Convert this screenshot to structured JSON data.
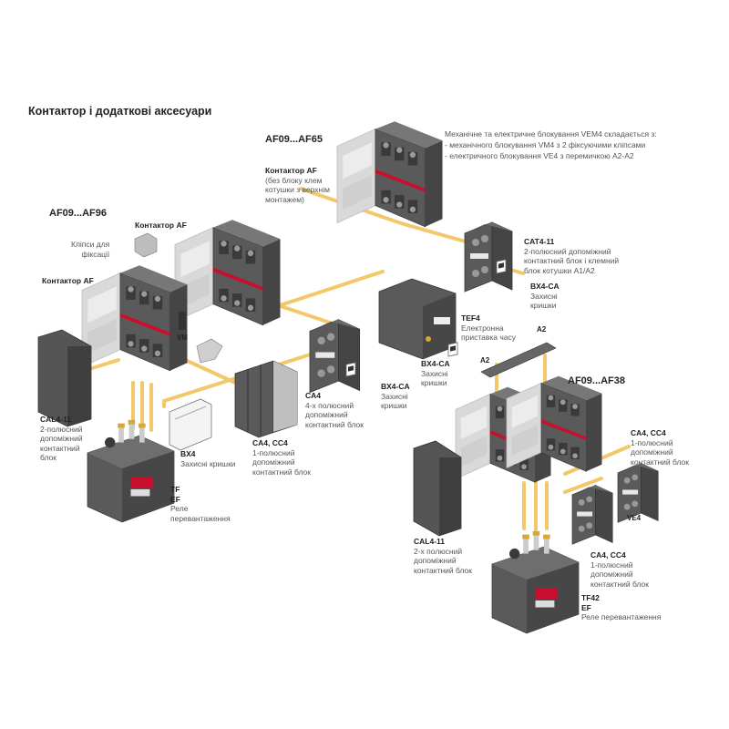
{
  "title": "Контактор і додаткові аксесуари",
  "series": {
    "af65": "AF09...AF65",
    "af96": "AF09...AF96",
    "af38": "AF09...AF38"
  },
  "note": {
    "line1": "Механічне та електричне блокування VEM4 складається з:",
    "line2": "- механічного блокування VM4 з 2 фіксуючими кліпсами",
    "line3": "- електричного блокування VE4 з перемичкою A2-A2"
  },
  "labels": {
    "contactor_af_top": {
      "name": "Контактор AF",
      "d1": "(без блоку клем",
      "d2": "котушки з верхнім",
      "d3": "монтажем)"
    },
    "contactor_af_mid": {
      "name": "Контактор AF"
    },
    "contactor_af_left": {
      "name": "Контактор AF"
    },
    "clips": {
      "d1": "Кліпси для",
      "d2": "фіксації"
    },
    "vm": "VM",
    "cat4": {
      "name": "CAT4-11",
      "d1": "2-полюсний допоміжний",
      "d2": "контактний блок і клемний",
      "d3": "блок котушки A1/A2"
    },
    "bx4ca_1": {
      "name": "BX4-CA",
      "d1": "Захисні",
      "d2": "кришки"
    },
    "tef4": {
      "name": "TEF4",
      "d1": "Електронна",
      "d2": "приставка часу"
    },
    "bx4ca_2": {
      "name": "BX4-CA",
      "d1": "Захисні",
      "d2": "кришки"
    },
    "bx4ca_3": {
      "name": "BX4-CA",
      "d1": "Захисні",
      "d2": "кришки"
    },
    "ca4": {
      "name": "CA4",
      "d1": "4-х полюсний",
      "d2": "допоміжний",
      "d3": "контактний блок"
    },
    "ca4cc4_left": {
      "name": "CA4, CC4",
      "d1": "1-полюсний",
      "d2": "допоміжний",
      "d3": "контактний блок"
    },
    "bx4": {
      "name": "BX4",
      "d1": "Захисні кришки"
    },
    "cal4_left": {
      "name": "CAL4-11",
      "d1": "2-полюсний",
      "d2": "допоміжний",
      "d3": "контактний",
      "d4": "блок"
    },
    "tf_ef_left": {
      "n1": "TF",
      "n2": "EF",
      "d1": "Реле",
      "d2": "перевантаження"
    },
    "a2_top": "A2",
    "a2_left": "A2",
    "ca4cc4_right_top": {
      "name": "CA4, CC4",
      "d1": "1-полюсний",
      "d2": "допоміжний",
      "d3": "контактний блок"
    },
    "ve4": "VE4",
    "cal4_right": {
      "name": "CAL4-11",
      "d1": "2-х полюсний",
      "d2": "допоміжний",
      "d3": "контактний блок"
    },
    "ca4cc4_right_bottom": {
      "name": "CA4, CC4",
      "d1": "1-полюсний",
      "d2": "допоміжний",
      "d3": "контактний блок"
    },
    "tf42": {
      "n1": "TF42",
      "n2": "EF",
      "d1": "Реле перевантаження"
    }
  },
  "colors": {
    "body_light": "#dcdcdc",
    "body_dark": "#5a5a5a",
    "body_darker": "#3f3f3f",
    "accent_red": "#c8102e",
    "guide_yellow": "#f2c86a",
    "text": "#4a4a4a"
  }
}
